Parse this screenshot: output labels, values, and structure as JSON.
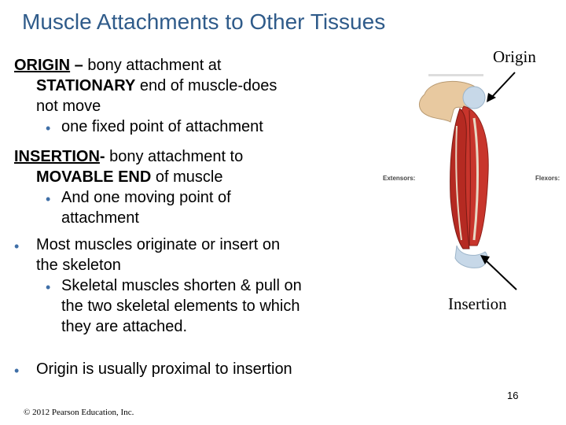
{
  "title": "Muscle Attachments to Other Tissues",
  "origin_def": {
    "term": "ORIGIN",
    "dash": " – ",
    "line1_rest": "bony attachment at",
    "line2_bold": "STATIONARY",
    "line2_rest": " end of muscle-does",
    "line3": "not move",
    "sub1": "one fixed point of attachment"
  },
  "insertion_def": {
    "term": "INSERTION",
    "dash": "- ",
    "line1_rest": "bony attachment to",
    "line2_bold": "MOVABLE END",
    "line2_rest": " of muscle",
    "sub1a": "And one moving point of",
    "sub1b": "attachment"
  },
  "bullet_most": {
    "line1": "Most muscles originate or insert on",
    "line2": "the skeleton",
    "sub1a": "Skeletal muscles shorten & pull on",
    "sub1b": "the two skeletal elements to which",
    "sub1c": "they are attached."
  },
  "bullet_origin_proximal": "Origin is usually proximal to insertion",
  "labels": {
    "origin": "Origin",
    "insertion": "Insertion",
    "extensors": "Extensors:",
    "flexors": "Flexors:"
  },
  "page_number": "16",
  "copyright": "© 2012 Pearson Education, Inc.",
  "bullet_glyph": "•",
  "colors": {
    "title": "#2f5b8a",
    "bullet": "#3f6fa7",
    "muscle": "#c8352c",
    "bone": "#e8c9a0"
  }
}
